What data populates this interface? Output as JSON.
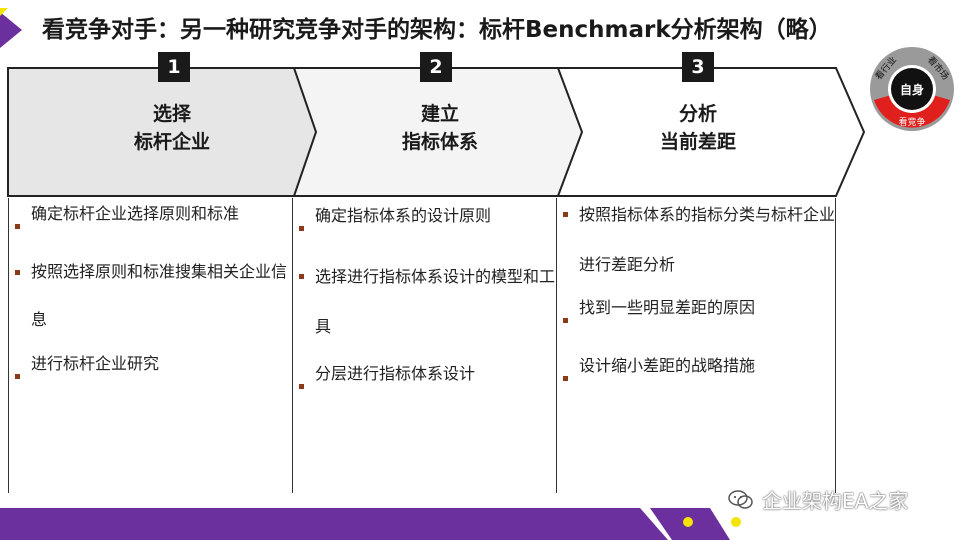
{
  "title": "看竞争对手：另一种研究竞争对手的架构：标杆Benchmark分析架构（略）",
  "steps": [
    {
      "number": "1",
      "title_line1": "选择",
      "title_line2": "标杆企业",
      "bullets": [
        "确定标杆企业选择原则和标准",
        "按照选择原则和标准搜集相关企业信息",
        "进行标杆企业研究"
      ]
    },
    {
      "number": "2",
      "title_line1": "建立",
      "title_line2": "指标体系",
      "bullets": [
        "确定指标体系的设计原则",
        "选择进行指标体系设计的模型和工具",
        "分层进行指标体系设计"
      ]
    },
    {
      "number": "3",
      "title_line1": "分析",
      "title_line2": "当前差距",
      "bullets": [
        "按照指标体系的指标分类与标杆企业进行差距分析",
        "找到一些明显差距的原因",
        "设计缩小差距的战略措施"
      ]
    }
  ],
  "ring": {
    "center": "自身",
    "top_left": "看行业",
    "top_right": "看市场",
    "bottom": "看竞争"
  },
  "watermark": "企业架构EA之家",
  "colors": {
    "accent_purple": "#6b2f9e",
    "accent_yellow": "#f5e400",
    "ring_red": "#e0201c",
    "ring_gray": "#9a9a9a",
    "chevron_fill_active": "#e6e6e6"
  }
}
